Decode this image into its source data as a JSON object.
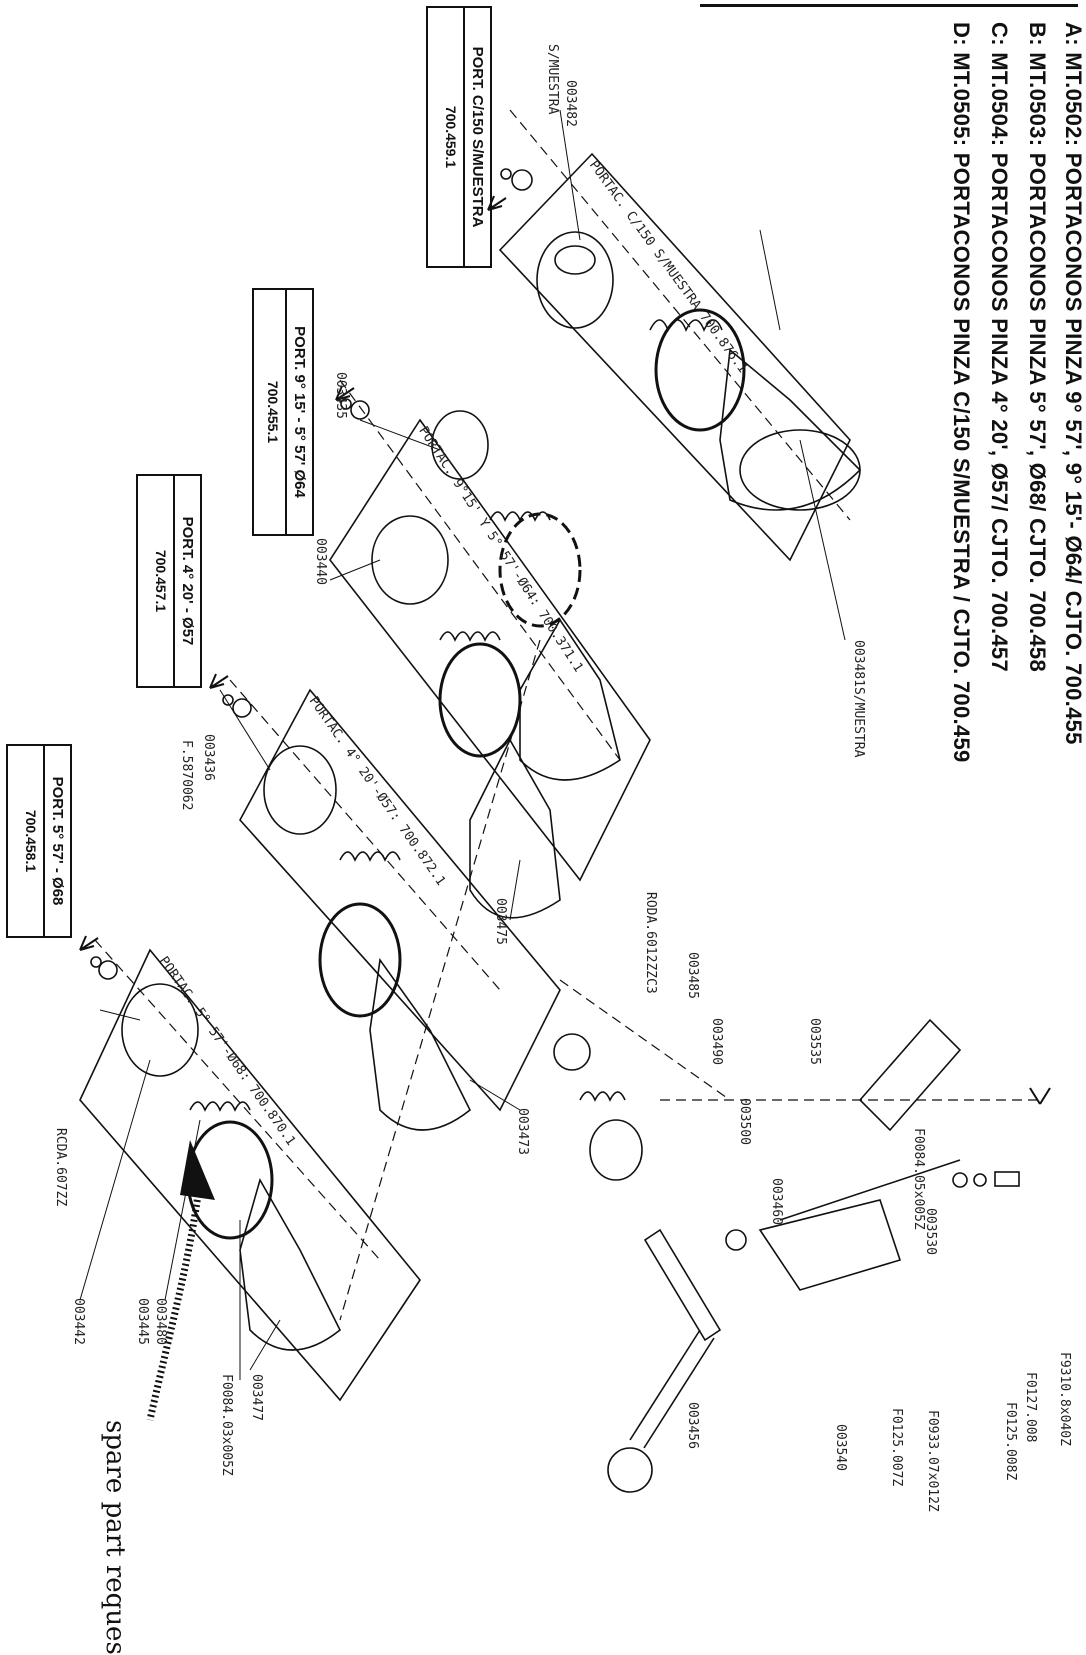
{
  "captions": {
    "a": "A: MT.0502: PORTACONOS PINZA 9° 57', 9° 15'- Ø64/ CJTO. 700.455",
    "b": "B: MT.0503: PORTACONOS PINZA 5° 57', Ø68/ CJTO. 700.458",
    "c": "C: MT.0504: PORTACONOS PINZA 4° 20', Ø57/ CJTO. 700.457",
    "d": "D: MT.0505: PORTACONOS PINZA C/150 S/MUESTRA / CJTO. 700.459"
  },
  "boxes": {
    "b1": {
      "line1": "PORT. C/150 S/MUESTRA",
      "line2": "700.459.1"
    },
    "b2": {
      "line1": "PORT. 9° 15' - 5° 57' Ø64",
      "line2": "700.455.1"
    },
    "b3": {
      "line1": "PORT. 4° 20' - Ø57",
      "line2": "700.457.1"
    },
    "b4": {
      "line1": "PORT. 5° 57' - Ø68",
      "line2": "700.458.1"
    }
  },
  "plates": {
    "p1": "PORTAC. C/150 S/MUESTRA 700.876.1",
    "p2": "PORTAC. 9°15' Y 5° 57'-Ø64: 700.371.1",
    "p3": "PORTAC. 4° 20'-Ø57: 700.872.1",
    "p4": "PORTAC. 5° 57'-Ø68: 700.870.1"
  },
  "labels": {
    "l003482": "003482",
    "smuestra": "S/MUESTRA",
    "l003435": "003435",
    "l003440": "003440",
    "l003436": "003436",
    "f58": "F.5870062",
    "rcda": "RCDA.607ZZ",
    "l003442": "003442",
    "l003445": "003445",
    "l003480": "003480",
    "f0084": "F0084.03x005Z",
    "l003477": "003477",
    "l003473": "003473",
    "l003475": "003475",
    "rodaz": "RODA.6012ZZC3",
    "l003485": "003485",
    "l003490": "003490",
    "l003500": "003500",
    "l003460": "003460",
    "l003456": "003456",
    "l003535": "003535",
    "f0084b": "F0084.05x005Z",
    "l003530": "003530",
    "l003548": "003481S/MUESTRA",
    "f9310": "F9310.8x040Z",
    "f0127": "F0127.008",
    "f0125": "F0125.008Z",
    "f0933": "F0933.07x012Z",
    "f0125b": "F0125.007Z",
    "l003540": "003540"
  },
  "handwriting": "spare part reques"
}
